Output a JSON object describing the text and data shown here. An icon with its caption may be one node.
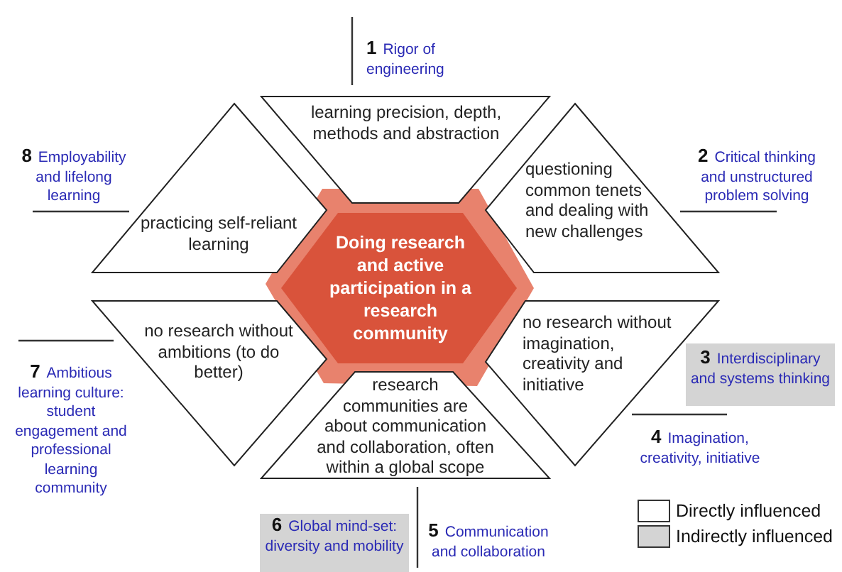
{
  "diagram": {
    "nodes": [
      {
        "text": [
          "Doing research and active participation in a research community"
        ]
      },
      {
        "text": [
          "learning precision, depth, methods and abstraction"
        ]
      },
      {
        "text": [
          "questioning common tenets and dealing with new challenges"
        ]
      },
      {
        "text": [
          "no research without imagination, creativity and initiative"
        ]
      },
      {
        "text": [
          "research communities are about communication and collaboration, often within a global scope"
        ]
      },
      {
        "text": [
          "no research without ambitions (to do better)"
        ]
      },
      {
        "text": [
          "practicing self-reliant learning"
        ]
      },
      {
        "text": [
          "3",
          "Interdisciplinary and systems thinking"
        ]
      },
      {
        "text": [
          "6",
          "Global mind-set: diversity and mobility"
        ]
      }
    ],
    "labels": [
      "1",
      "Rigor of engineering",
      "8",
      "Employability and lifelong learning",
      "2",
      "Critical thinking and unstructured problem solving",
      "7",
      "Ambitious learning culture: student engagement and professional learning community",
      "4",
      "Imagination, creativity, initiative",
      "5",
      "Communication and collaboration"
    ],
    "legend": [
      {
        "text": "Directly influenced",
        "color": "#ffffff"
      },
      {
        "text": "Indirectly influenced",
        "color": "#d4d4d4"
      }
    ]
  }
}
